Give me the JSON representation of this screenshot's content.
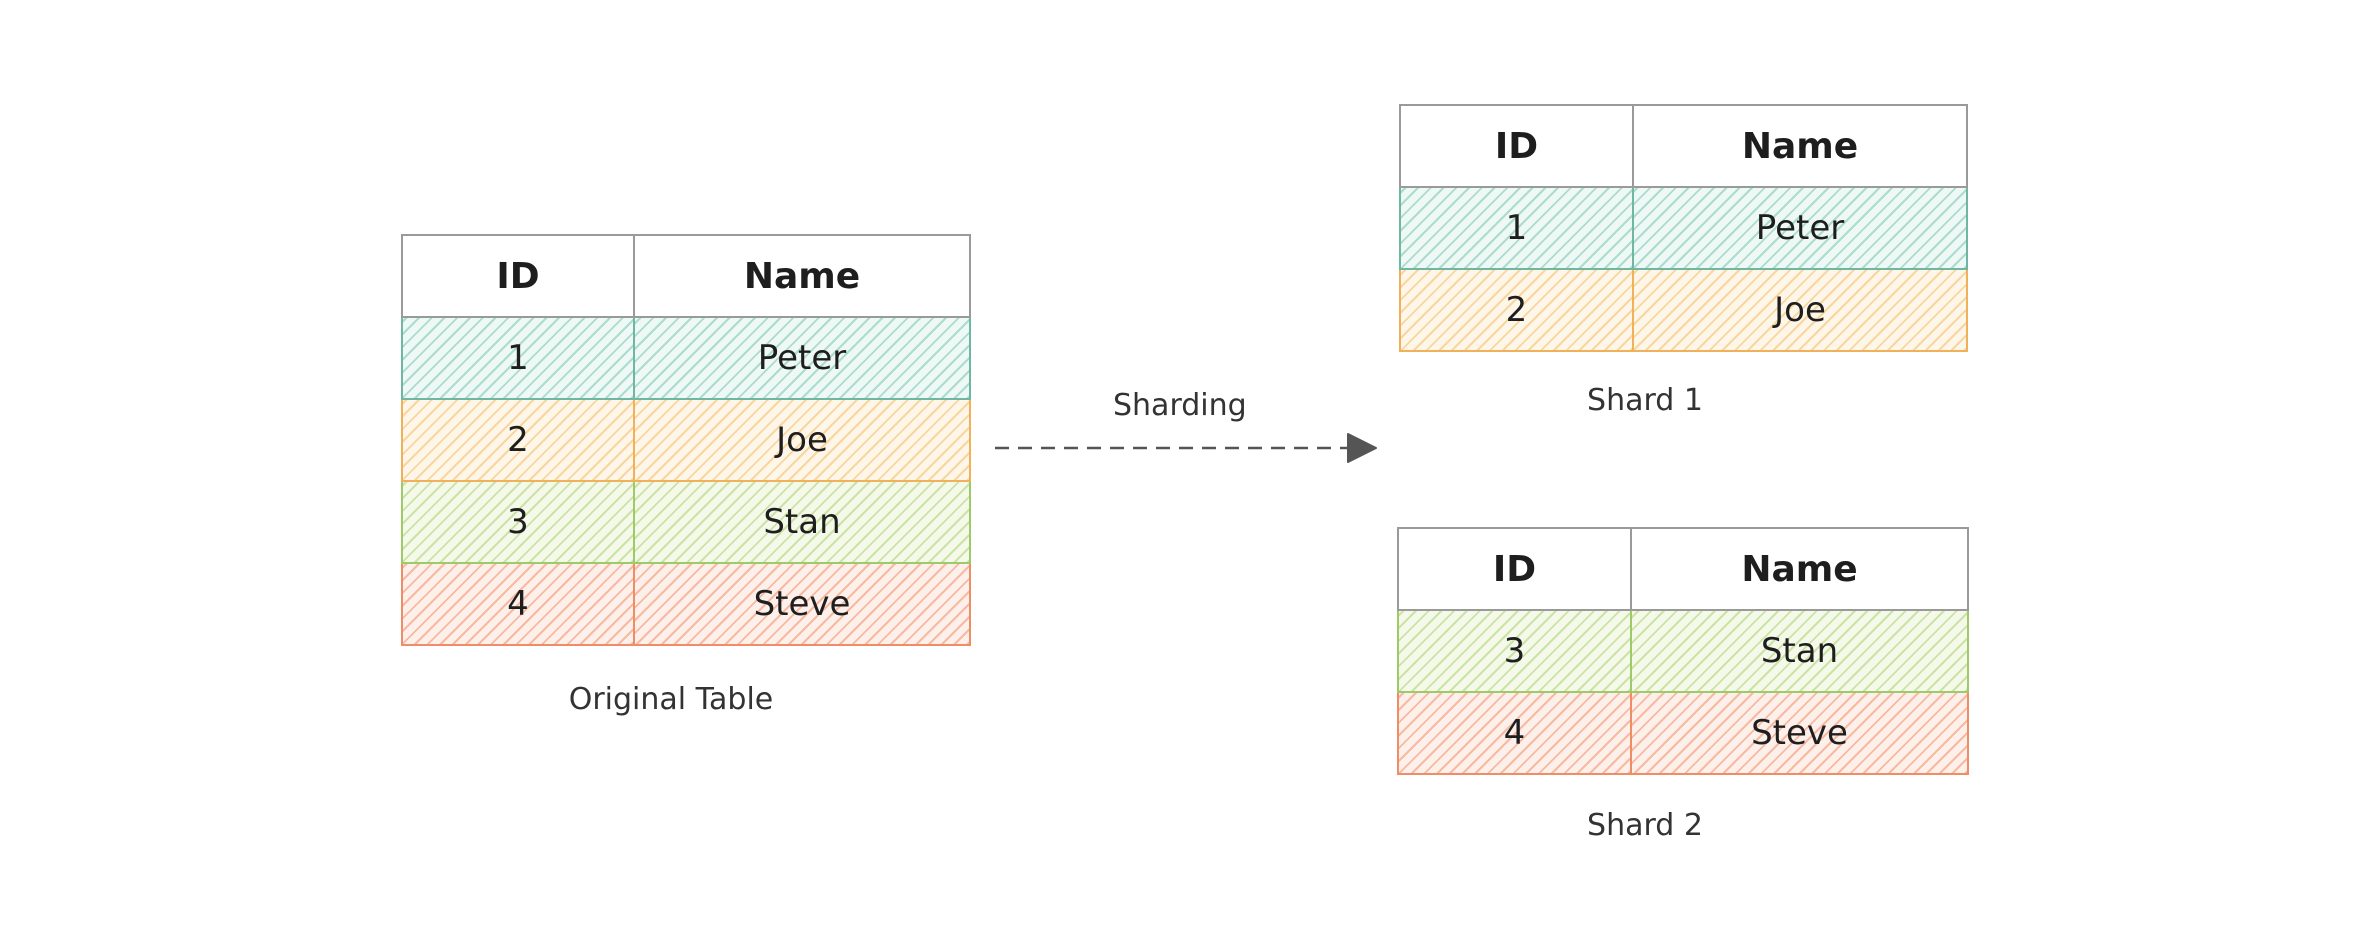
{
  "colors": {
    "row1": "#76c4ad",
    "row2": "#f5c070",
    "row3": "#afd478",
    "row4": "#f39670",
    "border": "#8f8f8f",
    "arrow": "#555555"
  },
  "original": {
    "headers": [
      "ID",
      "Name"
    ],
    "rows": [
      {
        "id": "1",
        "name": "Peter"
      },
      {
        "id": "2",
        "name": "Joe"
      },
      {
        "id": "3",
        "name": "Stan"
      },
      {
        "id": "4",
        "name": "Steve"
      }
    ],
    "caption": "Original Table"
  },
  "arrow": {
    "label": "Sharding",
    "icon": "dashed-arrow-icon"
  },
  "shard1": {
    "headers": [
      "ID",
      "Name"
    ],
    "rows": [
      {
        "id": "1",
        "name": "Peter"
      },
      {
        "id": "2",
        "name": "Joe"
      }
    ],
    "caption": "Shard 1"
  },
  "shard2": {
    "headers": [
      "ID",
      "Name"
    ],
    "rows": [
      {
        "id": "3",
        "name": "Stan"
      },
      {
        "id": "4",
        "name": "Steve"
      }
    ],
    "caption": "Shard 2"
  }
}
